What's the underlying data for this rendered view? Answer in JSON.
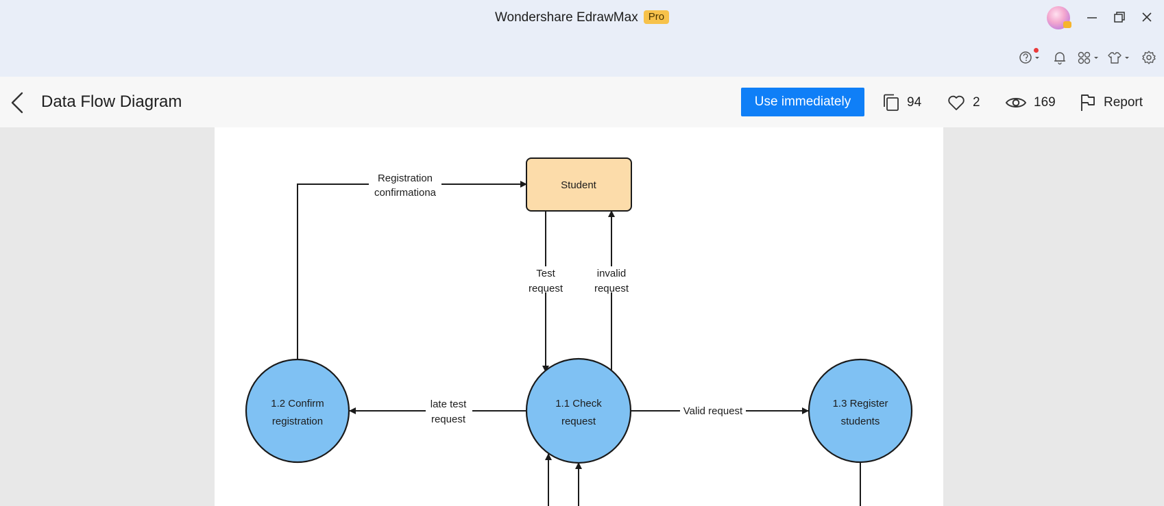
{
  "window": {
    "app_name": "Wondershare EdrawMax",
    "badge": "Pro"
  },
  "header": {
    "title": "Data Flow Diagram",
    "use_button": "Use immediately",
    "duplicates_count": "94",
    "likes_count": "2",
    "views_count": "169",
    "report_label": "Report"
  },
  "diagram": {
    "entity_student": "Student",
    "process_check": [
      "1.1 Check",
      "request"
    ],
    "process_confirm": [
      "1.2 Confirm",
      "registration"
    ],
    "process_register": [
      "1.3 Register",
      "students"
    ],
    "flow_registration_confirmation": [
      "Registration",
      "confirmationa"
    ],
    "flow_test_request": [
      "Test",
      "request"
    ],
    "flow_invalid_request": [
      "invalid",
      "request"
    ],
    "flow_late_test_request": [
      "late test",
      "request"
    ],
    "flow_valid_request": "Valid request"
  },
  "colors": {
    "accent_blue": "#0f7ff7",
    "process_fill": "#7fc1f3",
    "entity_fill": "#fcdcaa",
    "pro_badge": "#f7c24b"
  },
  "icons": [
    "avatar",
    "minimize-icon",
    "restore-icon",
    "close-icon",
    "help-icon",
    "bell-icon",
    "apps-icon",
    "theme-shirt-icon",
    "settings-icon",
    "back-arrow-icon",
    "copy-icon",
    "heart-icon",
    "eye-icon",
    "flag-icon"
  ]
}
